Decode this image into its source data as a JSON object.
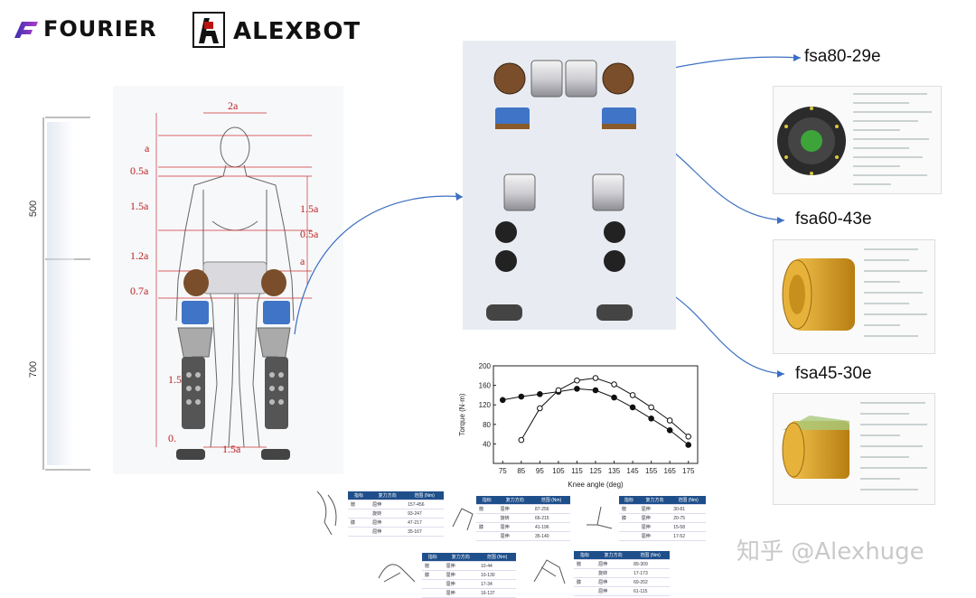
{
  "brand": {
    "company": "FOURIER",
    "product": "ALEXBOT"
  },
  "figure_dims": {
    "top": "2a",
    "head": "a",
    "neck": "0.5a",
    "torso_left": "1.5a",
    "torso_right": "1.5a",
    "shoulder_right": "0.5a",
    "hip_right": "a",
    "thigh_left": "1.2a",
    "knee_left": "0.7a",
    "shin_left": "1.5",
    "ankle_left": "0.",
    "bottom": "1.5a"
  },
  "scale": {
    "upper": "500",
    "lower": "700"
  },
  "motors": [
    {
      "name": "fsa80-29e",
      "color": "#2b2b2b"
    },
    {
      "name": "fsa60-43e",
      "color": "#d89a1c"
    },
    {
      "name": "fsa45-30e",
      "color": "#d8a020"
    }
  ],
  "chart_data": {
    "type": "line",
    "xlabel": "Knee angle (deg)",
    "ylabel": "Torque (N·m)",
    "xticks": [
      75,
      85,
      95,
      105,
      115,
      125,
      135,
      145,
      155,
      165,
      175
    ],
    "yticks": [
      0,
      40,
      80,
      120,
      160,
      200
    ],
    "xlim": [
      70,
      180
    ],
    "ylim": [
      0,
      200
    ],
    "series": [
      {
        "marker": "filled",
        "x": [
          75,
          85,
          95,
          105,
          115,
          125,
          135,
          145,
          155,
          165,
          175
        ],
        "y": [
          130,
          137,
          142,
          147,
          153,
          150,
          135,
          115,
          92,
          68,
          38
        ]
      },
      {
        "marker": "open",
        "x": [
          85,
          95,
          105,
          115,
          125,
          135,
          145,
          155,
          165,
          175
        ],
        "y": [
          48,
          113,
          150,
          170,
          175,
          162,
          140,
          115,
          88,
          55
        ]
      }
    ]
  },
  "tables": [
    {
      "headers": [
        "指标",
        "复力方向",
        "范围 (Nm)"
      ],
      "rows": [
        [
          "髋",
          "屈伸",
          "157-456"
        ],
        [
          "",
          "旋转",
          "93-247"
        ],
        [
          "膝",
          "屈伸",
          "47-217"
        ],
        [
          "",
          "屈伸",
          "35-167"
        ]
      ]
    },
    {
      "headers": [
        "指标",
        "复力方向",
        "范围 (Nm)"
      ],
      "rows": [
        [
          "髋",
          "屈伸",
          "87-256"
        ],
        [
          "",
          "旋转",
          "66-215"
        ],
        [
          "膝",
          "屈伸",
          "41-196"
        ],
        [
          "",
          "屈伸",
          "35-140"
        ]
      ]
    },
    {
      "headers": [
        "指标",
        "复力方向",
        "范围 (Nm)"
      ],
      "rows": [
        [
          "髋",
          "屈伸",
          "30-81"
        ],
        [
          "膝",
          "屈伸",
          "20-75"
        ],
        [
          "",
          "屈伸",
          "15-58"
        ],
        [
          "",
          "屈伸",
          "17-52"
        ]
      ]
    },
    {
      "headers": [
        "指标",
        "复力方向",
        "范围 (Nm)"
      ],
      "rows": [
        [
          "髋",
          "屈伸",
          "10-44"
        ],
        [
          "膝",
          "屈伸",
          "10-130"
        ],
        [
          "",
          "屈伸",
          "17-34"
        ],
        [
          "",
          "屈伸",
          "16-137"
        ]
      ]
    },
    {
      "headers": [
        "指标",
        "复力方向",
        "范围 (Nm)"
      ],
      "rows": [
        [
          "髋",
          "屈伸",
          "89-309"
        ],
        [
          "",
          "旋转",
          "17-173"
        ],
        [
          "膝",
          "屈伸",
          "69-202"
        ],
        [
          "",
          "屈伸",
          "61-115"
        ]
      ]
    }
  ],
  "watermark": "知乎 @Alexhuge"
}
